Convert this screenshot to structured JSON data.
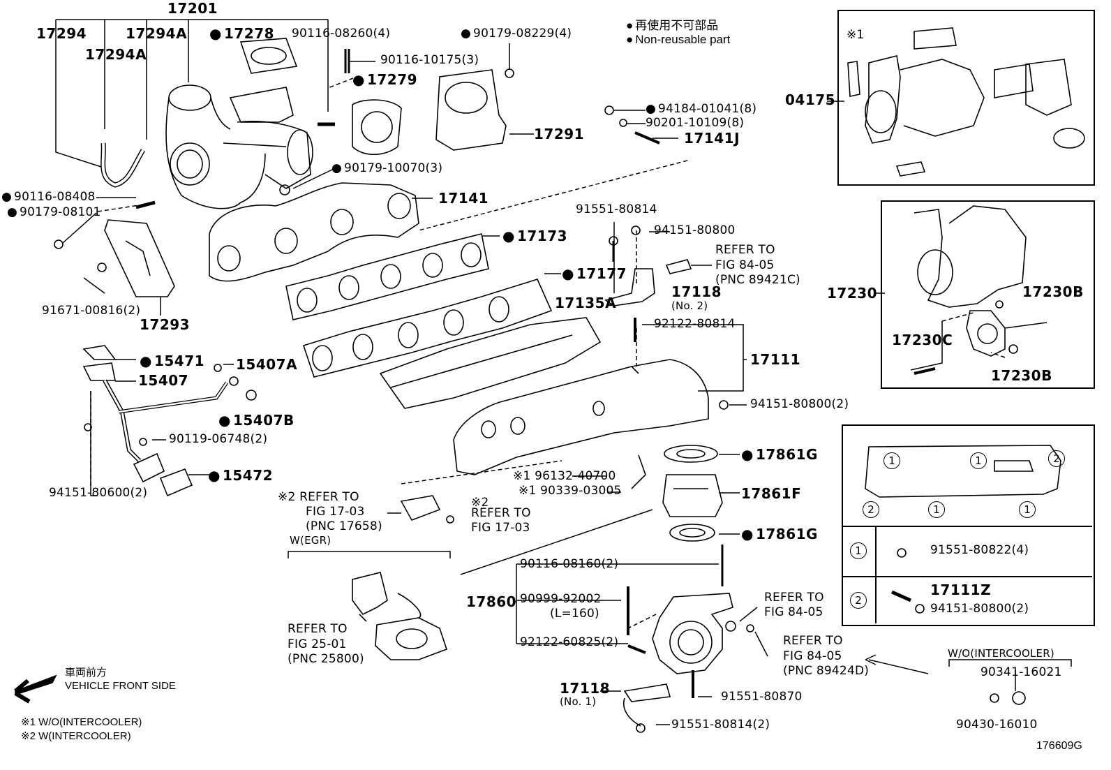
{
  "legend": {
    "non_reusable_jp": "再使用不可部品",
    "non_reusable_en": "Non-reusable part",
    "front_jp": "車両前方",
    "front_en": "VEHICLE FRONT SIDE",
    "note1": "※1 W/O(INTERCOOLER)",
    "note2": "※2 W(INTERCOOLER)"
  },
  "figure_id": "176609G",
  "labels": [
    {
      "id": "p17201",
      "text": "17201",
      "dot": false,
      "style": "big"
    },
    {
      "id": "p17294",
      "text": "17294",
      "dot": false,
      "style": "big"
    },
    {
      "id": "p17294A_a",
      "text": "17294A",
      "dot": false,
      "style": "big"
    },
    {
      "id": "p17294A_b",
      "text": "17294A",
      "dot": false,
      "style": "big"
    },
    {
      "id": "p17278",
      "text": "17278",
      "dot": true,
      "style": "big"
    },
    {
      "id": "p90116_08260",
      "text": "90116-08260(4)",
      "dot": false,
      "style": "normal"
    },
    {
      "id": "p90179_08229",
      "text": "90179-08229(4)",
      "dot": true,
      "style": "normal"
    },
    {
      "id": "p90116_10175",
      "text": "90116-10175(3)",
      "dot": false,
      "style": "normal"
    },
    {
      "id": "p17279",
      "text": "17279",
      "dot": true,
      "style": "big"
    },
    {
      "id": "p17291",
      "text": "17291",
      "dot": false,
      "style": "big"
    },
    {
      "id": "p94184",
      "text": "94184-01041(8)",
      "dot": true,
      "style": "normal"
    },
    {
      "id": "p90201",
      "text": "90201-10109(8)",
      "dot": false,
      "style": "normal"
    },
    {
      "id": "p17141J",
      "text": "17141J",
      "dot": false,
      "style": "big"
    },
    {
      "id": "p90179_10070",
      "text": "90179-10070(3)",
      "dot": true,
      "style": "normal"
    },
    {
      "id": "p90116_08408",
      "text": "90116-08408",
      "dot": true,
      "style": "normal"
    },
    {
      "id": "p90179_08101",
      "text": "90179-08101",
      "dot": true,
      "style": "normal"
    },
    {
      "id": "p17141",
      "text": "17141",
      "dot": false,
      "style": "big"
    },
    {
      "id": "p91551_80814a",
      "text": "91551-80814",
      "dot": false,
      "style": "normal"
    },
    {
      "id": "p94151_80800a",
      "text": "94151-80800",
      "dot": false,
      "style": "normal"
    },
    {
      "id": "p17173",
      "text": "17173",
      "dot": true,
      "style": "big"
    },
    {
      "id": "p_refer_8405a",
      "text": "REFER TO",
      "dot": false,
      "style": "normal"
    },
    {
      "id": "p_refer_8405a2",
      "text": "FIG 84-05",
      "dot": false,
      "style": "normal"
    },
    {
      "id": "p_refer_8405a3",
      "text": "(PNC 89421C)",
      "dot": false,
      "style": "normal"
    },
    {
      "id": "p17177",
      "text": "17177",
      "dot": true,
      "style": "big"
    },
    {
      "id": "p91671",
      "text": "91671-00816(2)",
      "dot": false,
      "style": "normal"
    },
    {
      "id": "p17293",
      "text": "17293",
      "dot": false,
      "style": "big"
    },
    {
      "id": "p17135A",
      "text": "17135A",
      "dot": false,
      "style": "big"
    },
    {
      "id": "p17118_no2",
      "text": "17118",
      "dot": false,
      "style": "big"
    },
    {
      "id": "p17118_no2b",
      "text": "(No. 2)",
      "dot": false,
      "style": "small"
    },
    {
      "id": "p92122_80814",
      "text": "92122-80814",
      "dot": false,
      "style": "normal"
    },
    {
      "id": "p17111",
      "text": "17111",
      "dot": false,
      "style": "big"
    },
    {
      "id": "p15471",
      "text": "15471",
      "dot": true,
      "style": "big"
    },
    {
      "id": "p15407A",
      "text": "15407A",
      "dot": false,
      "style": "big"
    },
    {
      "id": "p15407",
      "text": "15407",
      "dot": false,
      "style": "big"
    },
    {
      "id": "p15407B",
      "text": "15407B",
      "dot": true,
      "style": "big"
    },
    {
      "id": "p94151_80800_2",
      "text": "94151-80800(2)",
      "dot": false,
      "style": "normal"
    },
    {
      "id": "p90119",
      "text": "90119-06748(2)",
      "dot": false,
      "style": "normal"
    },
    {
      "id": "p15472",
      "text": "15472",
      "dot": true,
      "style": "big"
    },
    {
      "id": "p94151_80600",
      "text": "94151-80600(2)",
      "dot": false,
      "style": "normal"
    },
    {
      "id": "p17861G_a",
      "text": "17861G",
      "dot": true,
      "style": "big"
    },
    {
      "id": "p96132",
      "text": "※1 96132-40700",
      "dot": false,
      "style": "normal"
    },
    {
      "id": "p90339",
      "text": "※1 90339-03005",
      "dot": false,
      "style": "normal"
    },
    {
      "id": "p17861F",
      "text": "17861F",
      "dot": false,
      "style": "big"
    },
    {
      "id": "p_ref1703a",
      "text": "※2 REFER TO",
      "dot": false,
      "style": "normal"
    },
    {
      "id": "p_ref1703a2",
      "text": "FIG 17-03",
      "dot": false,
      "style": "normal"
    },
    {
      "id": "p_ref1703a3",
      "text": "(PNC 17658)",
      "dot": false,
      "style": "normal"
    },
    {
      "id": "p_ref1703b0",
      "text": "※2",
      "dot": false,
      "style": "normal"
    },
    {
      "id": "p_ref1703b",
      "text": "REFER TO",
      "dot": false,
      "style": "normal"
    },
    {
      "id": "p_ref1703b2",
      "text": "FIG 17-03",
      "dot": false,
      "style": "normal"
    },
    {
      "id": "p17861G_b",
      "text": "17861G",
      "dot": true,
      "style": "big"
    },
    {
      "id": "p_wegr",
      "text": "W(EGR)",
      "dot": false,
      "style": "small"
    },
    {
      "id": "p90116_08160",
      "text": "90116-08160(2)",
      "dot": false,
      "style": "normal"
    },
    {
      "id": "p17860",
      "text": "17860",
      "dot": false,
      "style": "big"
    },
    {
      "id": "p90999",
      "text": "90999-92002",
      "dot": false,
      "style": "normal"
    },
    {
      "id": "p90999b",
      "text": "(L=160)",
      "dot": false,
      "style": "normal"
    },
    {
      "id": "p_refer_8405b",
      "text": "REFER TO",
      "dot": false,
      "style": "normal"
    },
    {
      "id": "p_refer_8405b2",
      "text": "FIG 84-05",
      "dot": false,
      "style": "normal"
    },
    {
      "id": "p_ref2501",
      "text": "REFER TO",
      "dot": false,
      "style": "normal"
    },
    {
      "id": "p_ref2501b",
      "text": "FIG 25-01",
      "dot": false,
      "style": "normal"
    },
    {
      "id": "p_ref2501c",
      "text": "(PNC 25800)",
      "dot": false,
      "style": "normal"
    },
    {
      "id": "p92122_60825",
      "text": "92122-60825(2)",
      "dot": false,
      "style": "normal"
    },
    {
      "id": "p_refer_8405c",
      "text": "REFER TO",
      "dot": false,
      "style": "normal"
    },
    {
      "id": "p_refer_8405c2",
      "text": "FIG 84-05",
      "dot": false,
      "style": "normal"
    },
    {
      "id": "p_refer_8405c3",
      "text": "(PNC 89424D)",
      "dot": false,
      "style": "normal"
    },
    {
      "id": "p17118_no1",
      "text": "17118",
      "dot": false,
      "style": "big"
    },
    {
      "id": "p17118_no1b",
      "text": "(No. 1)",
      "dot": false,
      "style": "small"
    },
    {
      "id": "p91551_80870",
      "text": "91551-80870",
      "dot": false,
      "style": "normal"
    },
    {
      "id": "p91551_80814b",
      "text": "91551-80814(2)",
      "dot": false,
      "style": "normal"
    },
    {
      "id": "p04175",
      "text": "04175",
      "dot": false,
      "style": "big"
    },
    {
      "id": "p_note1_box",
      "text": "※1",
      "dot": false,
      "style": "normal"
    },
    {
      "id": "p17230",
      "text": "17230",
      "dot": false,
      "style": "big"
    },
    {
      "id": "p17230B_a",
      "text": "17230B",
      "dot": false,
      "style": "big"
    },
    {
      "id": "p17230C",
      "text": "17230C",
      "dot": false,
      "style": "big"
    },
    {
      "id": "p17230B_b",
      "text": "17230B",
      "dot": false,
      "style": "big"
    },
    {
      "id": "p91551_80822",
      "text": "91551-80822(4)",
      "dot": false,
      "style": "normal"
    },
    {
      "id": "p17111Z",
      "text": "17111Z",
      "dot": false,
      "style": "big"
    },
    {
      "id": "p94151_80800_3",
      "text": "94151-80800(2)",
      "dot": false,
      "style": "normal"
    },
    {
      "id": "p_wo_ic",
      "text": "W/O(INTERCOOLER)",
      "dot": false,
      "style": "small"
    },
    {
      "id": "p90341",
      "text": "90341-16021",
      "dot": false,
      "style": "normal"
    },
    {
      "id": "p90430",
      "text": "90430-16010",
      "dot": false,
      "style": "normal"
    }
  ],
  "callouts": {
    "one": "1",
    "two": "2"
  }
}
